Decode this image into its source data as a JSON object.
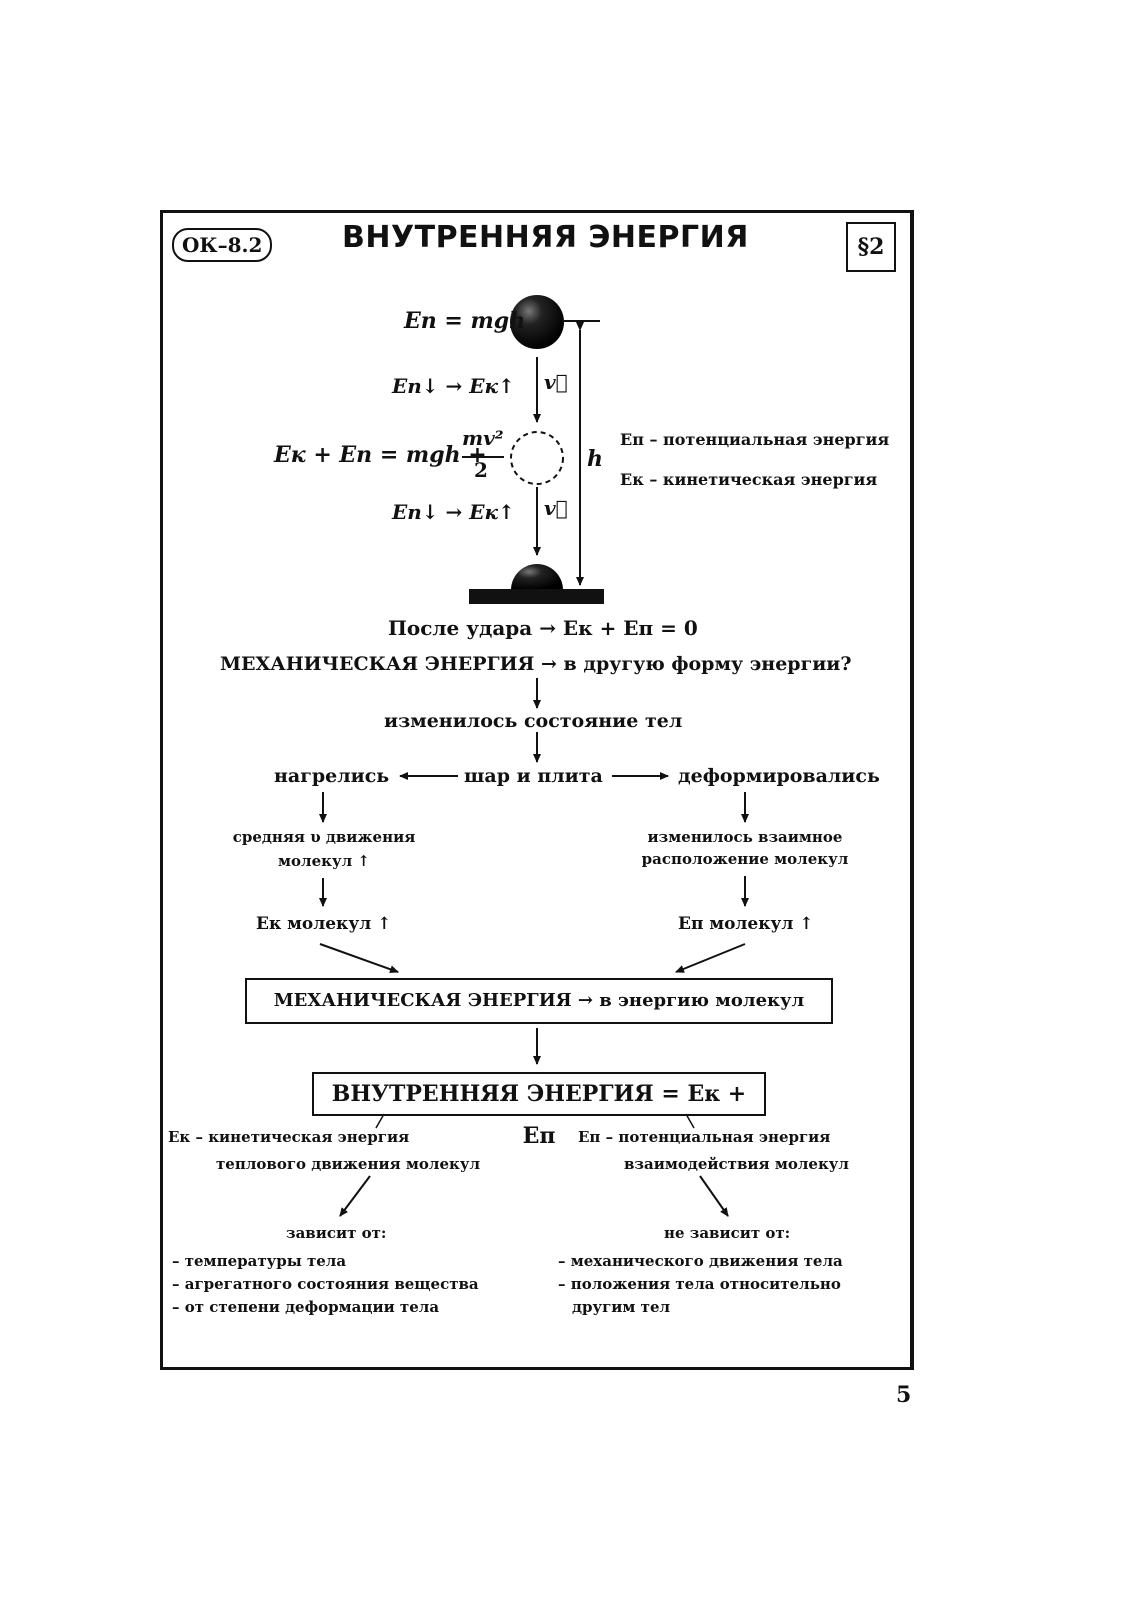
{
  "header": {
    "badge": "ОК–8.2",
    "title": "ВНУТРЕННЯЯ ЭНЕРГИЯ",
    "section": "§2"
  },
  "diagram": {
    "potential_formula": "Eп = mgh",
    "transition_1": "Eп↓ → Eк↑",
    "velocity_label_1": "v⃗",
    "sum_formula_left": "Eк + Eп = mgh +",
    "fraction_num": "mv²",
    "fraction_den": "2",
    "height_label": "h",
    "transition_2": "Eп↓ → Eк↑",
    "velocity_label_2": "v⃗",
    "legend_potential": "Eп – потенциальная энергия",
    "legend_kinetic": "Eк – кинетическая энергия"
  },
  "flow": {
    "after_impact": "После удара → Eк + Eп = 0",
    "question": "МЕХАНИЧЕСКАЯ ЭНЕРГИЯ → в другую форму энергии?",
    "state_changed": "изменилось состояние тел",
    "heated": "нагрелись",
    "ball_and_plate": "шар и плита",
    "deformed": "деформировались",
    "avg_speed_line1": "средняя υ движения",
    "avg_speed_line2": "молекул ↑",
    "mutual_line1": "изменилось взаимное",
    "mutual_line2": "расположение молекул",
    "ek_molecules": "Eк молекул ↑",
    "ep_molecules": "Eп молекул ↑",
    "mech_to_molecules": "МЕХАНИЧЕСКАЯ ЭНЕРГИЯ → в энергию молекул",
    "internal_energy": "ВНУТРЕННЯЯ ЭНЕРГИЯ = Eк + Eп"
  },
  "definitions": {
    "kinetic_line1": "Eк – кинетическая энергия",
    "kinetic_line2": "теплового движения молекул",
    "potential_line1": "Eп – потенциальная энергия",
    "potential_line2": "взаимодействия молекул",
    "depends_on": "зависит от:",
    "not_depends_on": "не зависит от:",
    "depends_items": [
      "– температуры тела",
      "– агрегатного состояния вещества",
      "– от степени деформации тела"
    ],
    "not_depends_items": [
      "– механического движения тела",
      "– положения тела относительно",
      "другим тел"
    ]
  },
  "page_number": "5"
}
